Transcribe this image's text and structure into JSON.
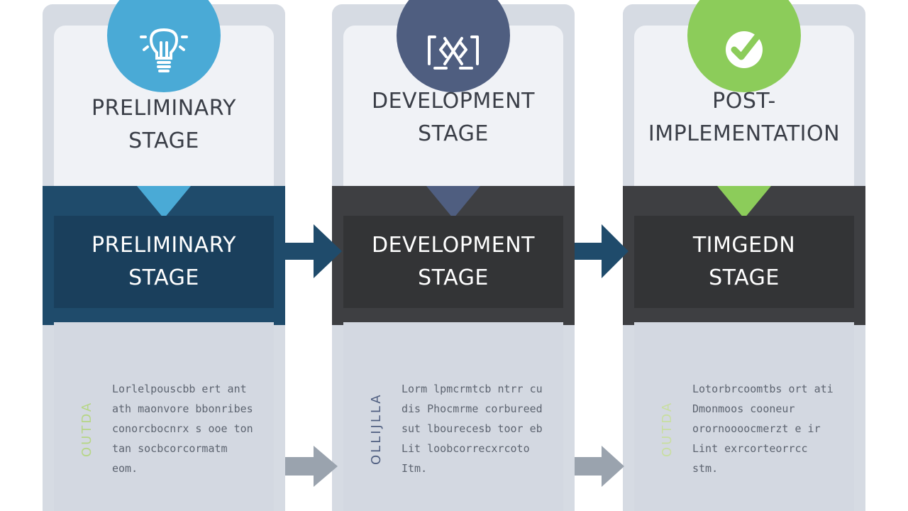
{
  "stages": [
    {
      "icon": "lightbulb-icon",
      "top_title": "PRELIMINARY\nSTAGE",
      "band_line1": "PRELIMINARY",
      "band_line2": "STAGE",
      "side_text": "OUTDA",
      "body_text": "Lorlelpouscbb ert ant ath maonvore bbonribes conorcbocnrx s ooe ton tan socbcorcormatm eom.",
      "colors": {
        "accent": "#4aaad6",
        "band": "#1f4b6b",
        "band_label_bg": "#1a3f5c",
        "side_text": "#b6d685"
      }
    },
    {
      "icon": "code-tools-icon",
      "top_title": "DEVELOPMENT\nSTAGE",
      "band_line1": "DEVELOPMENT",
      "band_line2": "STAGE",
      "side_text": "OLLIJLLA",
      "body_text": "Lorm lpmcrmtcb ntrr cu dis Phocmrme corbureed sut lbourecesb toor eb Lit loobcorrecxrcoto Itm.",
      "colors": {
        "accent": "#4f5e80",
        "band": "#3e3f42",
        "band_label_bg": "#333436",
        "side_text": "#4f5e80"
      }
    },
    {
      "icon": "checkmark-icon",
      "top_title": "POST-\nIMPLEMENTATION",
      "band_line1": "TIMGEDN",
      "band_line2": "STAGE",
      "side_text": "OUTDA",
      "body_text": "Lotorbrcoomtbs ort ati Dmonmoos cooneur orornoooocmerzt e ir Lint exrcorteorrcc stm.",
      "colors": {
        "accent": "#8ccc5a",
        "band": "#3e3f42",
        "band_label_bg": "#333436",
        "side_text": "#c8dea0"
      }
    }
  ],
  "colors": {
    "arrow_upper_1": "#1f4b6b",
    "arrow_upper_2": "#1f4b6b",
    "arrow_lower": "#9aa3ae"
  }
}
